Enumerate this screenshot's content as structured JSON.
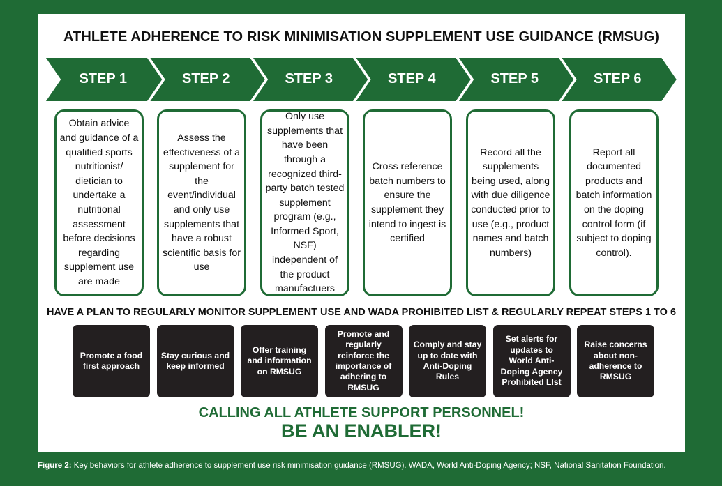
{
  "title": "ATHLETE ADHERENCE TO RISK MINIMISATION SUPPLEMENT USE GUIDANCE (RMSUG)",
  "steps": [
    {
      "label": "STEP 1",
      "text": "Obtain advice and guidance of a qualified sports nutritionist/ dietician to undertake a nutritional assessment before decisions regarding supplement use are made"
    },
    {
      "label": "STEP 2",
      "text": "Assess the effectiveness of a supplement for the event/individual and only use supplements that have a robust scientific basis for use"
    },
    {
      "label": "STEP 3",
      "text": "Only use supplements that have been through a recognized third-party batch tested supplement program (e.g., Informed Sport, NSF) independent of the product manufactuers"
    },
    {
      "label": "STEP 4",
      "text": "Cross reference batch numbers to ensure the supplement they intend to ingest is certified"
    },
    {
      "label": "STEP 5",
      "text": "Record all the supplements being used, along with due diligence conducted prior to use (e.g., product names and batch numbers)"
    },
    {
      "label": "STEP 6",
      "text": "Report all documented products and batch information on the doping control form (if subject to doping control)."
    }
  ],
  "monitor_text": "HAVE A PLAN TO REGULARLY MONITOR SUPPLEMENT USE AND WADA PROHIBITED LIST & REGULARLY REPEAT STEPS 1 TO 6",
  "actions": [
    "Promote a food first approach",
    "Stay curious and keep informed",
    "Offer training and information on RMSUG",
    "Promote and regularly reinforce the importance of adhering to RMSUG",
    "Comply and stay up to date with Anti-Doping Rules",
    "Set alerts for updates to World Anti-Doping Agency Prohibited LIst",
    "Raise concerns about non-adherence to RMSUG"
  ],
  "calling": "CALLING ALL ATHLETE SUPPORT PERSONNEL!",
  "enabler": "BE AN ENABLER!",
  "caption": {
    "figure_label": "Figure 2:",
    "text": " Key behaviors for athlete adherence to supplement use risk minimisation guidance (RMSUG). WADA, World Anti-Doping Agency; NSF, National Sanitation Foundation."
  },
  "colors": {
    "brand_green": "#1f6b35",
    "dark_box": "#231f20",
    "panel": "#ffffff"
  }
}
